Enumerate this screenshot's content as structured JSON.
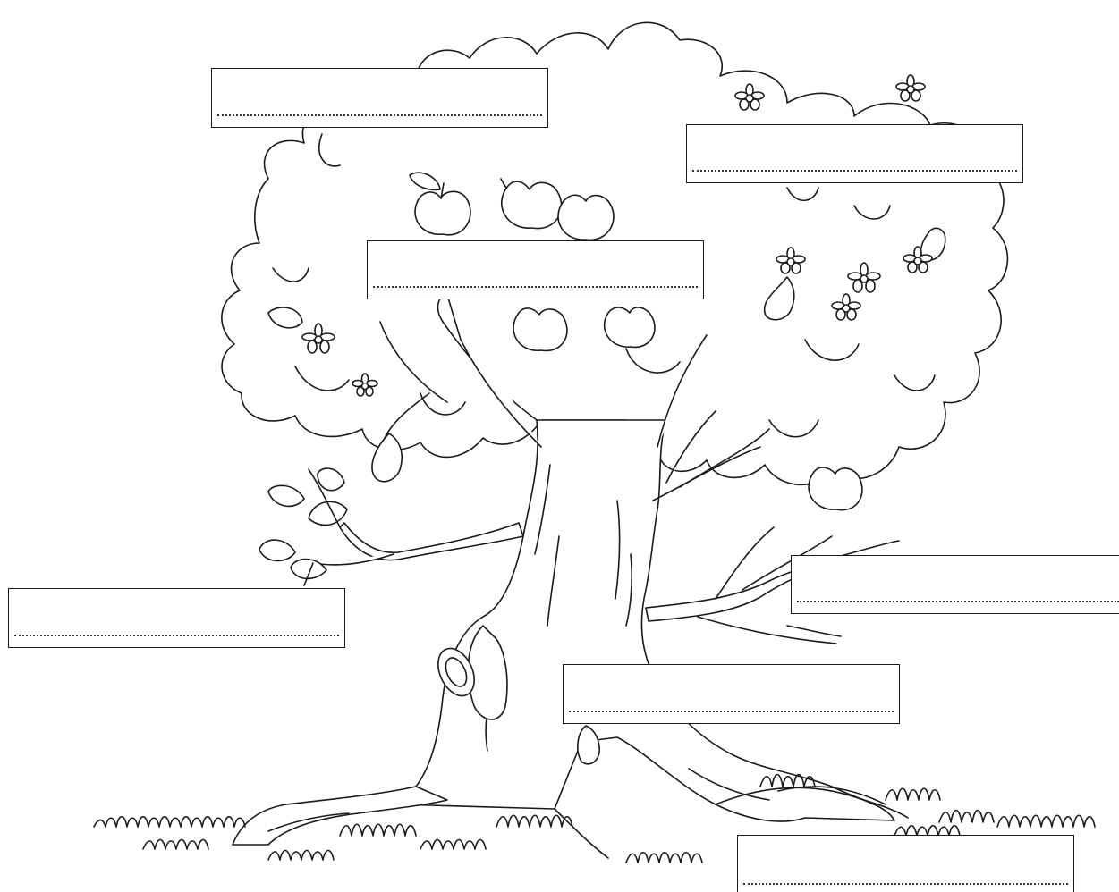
{
  "worksheet": {
    "label_boxes": [
      {
        "id": "top-left-crown",
        "answer": ""
      },
      {
        "id": "top-right-crown",
        "answer": ""
      },
      {
        "id": "middle-crown",
        "answer": ""
      },
      {
        "id": "left-branch",
        "answer": ""
      },
      {
        "id": "right-branch",
        "answer": ""
      },
      {
        "id": "trunk",
        "answer": ""
      },
      {
        "id": "roots",
        "answer": ""
      }
    ]
  },
  "colors": {
    "line": "#1a1a1a",
    "paper": "#ffffff",
    "dotted_line": "#333333"
  }
}
